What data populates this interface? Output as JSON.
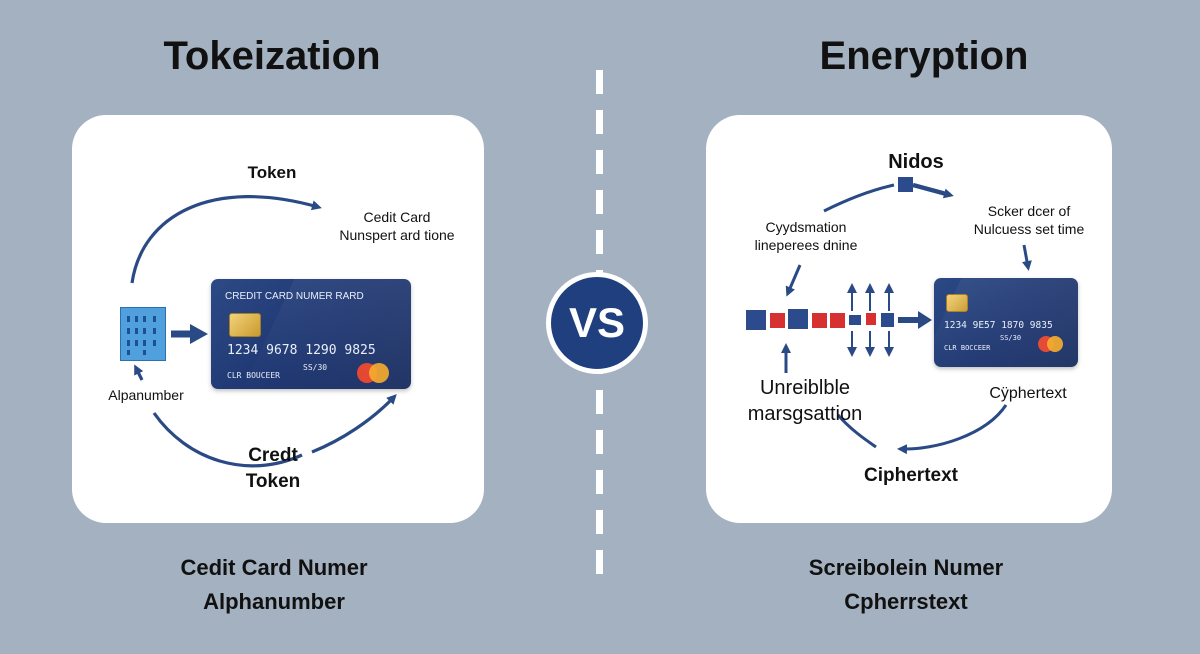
{
  "left": {
    "title": "Tokeization",
    "labels": {
      "token_top": "Token",
      "card_caption_1": "Cedit Card",
      "card_caption_2": "Nunspert ard tione",
      "alpha": "Alpanumber",
      "credit_token_1": "Credt",
      "credit_token_2": "Token"
    },
    "card": {
      "heading": "CREDIT CARD NUMER RARD",
      "number": "1234 9678 1290 9825",
      "holder": "CLR BOUCEER",
      "expiry": "SS/30"
    },
    "bottom": {
      "line1": "Cedit Card Numer",
      "line2": "Alphanumber"
    }
  },
  "right": {
    "title": "Eneryption",
    "labels": {
      "top": "Nidos",
      "upper_left_1": "Cyydsmation",
      "upper_left_2": "lineperees dnine",
      "upper_right_1": "Scker dcer of",
      "upper_right_2": "Nulcuess set time",
      "lower_left_1": "Unreiblble",
      "lower_left_2": "marsgsattion",
      "lower_right": "Cÿphertext",
      "bottom": "Ciphertext"
    },
    "card": {
      "number": "1234 9E57 1870 9835",
      "holder": "CLR BOCCEER",
      "expiry": "SS/30"
    },
    "bottom": {
      "line1": "Screibolein Numer",
      "line2": "Cpherrstext"
    }
  },
  "vs": "VS",
  "colors": {
    "background": "#a4b1c0",
    "panel": "#ffffff",
    "arrow": "#2a4a85",
    "card": "#1d3570",
    "block_blue": "#2b4b8c",
    "block_red": "#d63030",
    "vs_circle": "#1f3f7e"
  }
}
